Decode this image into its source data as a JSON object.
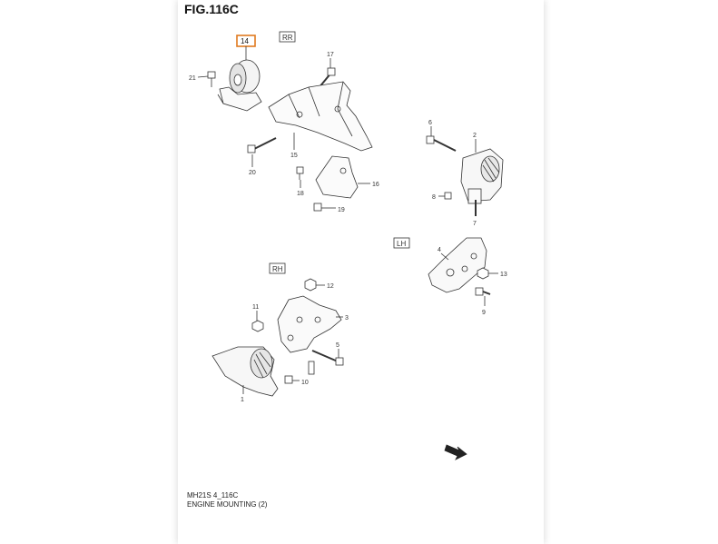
{
  "figure": {
    "title": "FIG.116C",
    "caption_code": "MH21S 4_116C",
    "caption_title": "ENGINE MOUNTING (2)"
  },
  "sections": {
    "rr": "RR",
    "rh": "RH",
    "lh": "LH"
  },
  "highlight": {
    "part": "14",
    "color": "#e07a1f"
  },
  "callouts": {
    "c14": "14",
    "c21": "21",
    "c17": "17",
    "c15": "15",
    "c20": "20",
    "c18": "18",
    "c16": "16",
    "c19": "19",
    "c6": "6",
    "c2": "2",
    "c8": "8",
    "c7": "7",
    "c4": "4",
    "c13": "13",
    "c9": "9",
    "c12": "12",
    "c11": "11",
    "c3": "3",
    "c5": "5",
    "c1": "1",
    "c10": "10"
  },
  "icons": {
    "front": "front-arrow-icon"
  }
}
